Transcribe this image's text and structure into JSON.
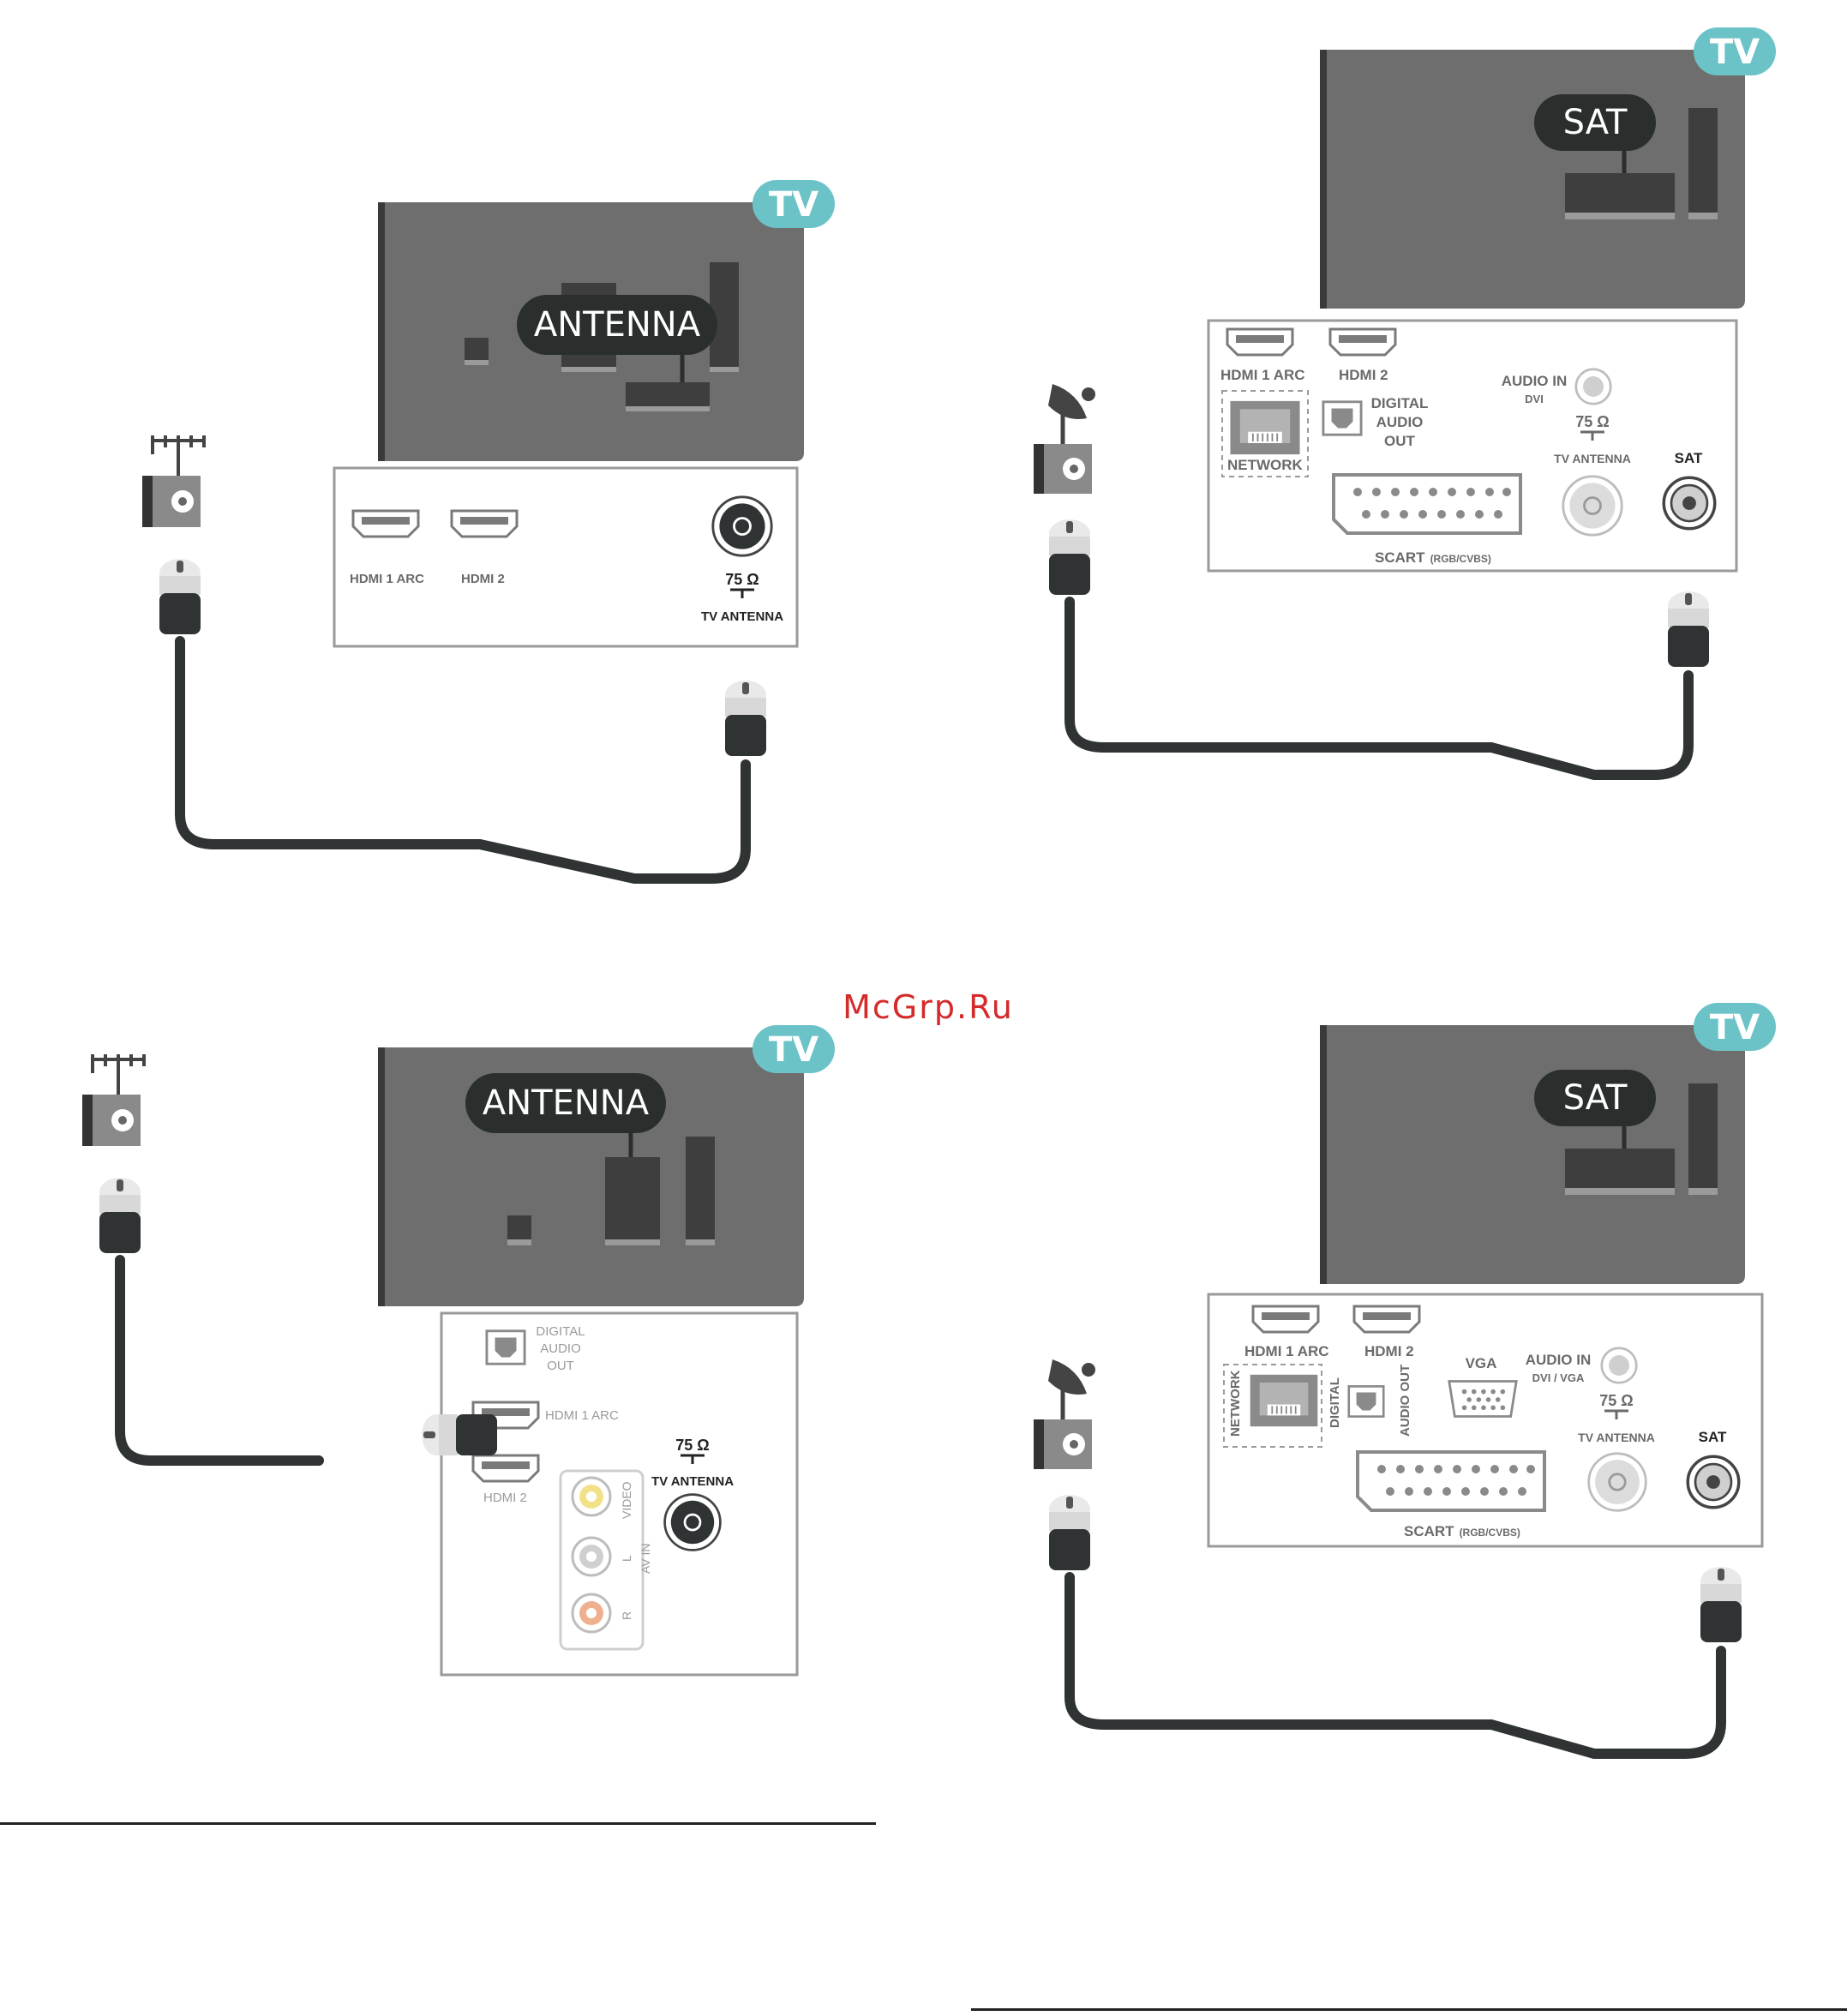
{
  "watermark": "McGrp.Ru",
  "diagram_antenna_1": {
    "tv_badge": "TV",
    "callout": "ANTENNA",
    "ports": {
      "hdmi1": "HDMI 1 ARC",
      "hdmi2": "HDMI 2",
      "ohm": "75 Ω",
      "antenna": "TV ANTENNA"
    }
  },
  "diagram_sat_1": {
    "tv_badge": "TV",
    "callout": "SAT",
    "ports": {
      "hdmi1": "HDMI 1 ARC",
      "hdmi2": "HDMI 2",
      "digital": "DIGITAL",
      "audio": "AUDIO",
      "out": "OUT",
      "network": "NETWORK",
      "audio_in": "AUDIO IN",
      "dvi": "DVI",
      "ohm": "75 Ω",
      "antenna": "TV ANTENNA",
      "sat": "SAT",
      "scart": "SCART",
      "scart_sub": "(RGB/CVBS)"
    }
  },
  "diagram_antenna_2": {
    "tv_badge": "TV",
    "callout": "ANTENNA",
    "ports": {
      "digital": "DIGITAL",
      "audio": "AUDIO",
      "out": "OUT",
      "hdmi1": "HDMI 1 ARC",
      "hdmi2": "HDMI 2",
      "ohm": "75 Ω",
      "antenna": "TV ANTENNA",
      "video": "VIDEO",
      "l": "L",
      "r": "R",
      "av_in": "AV IN"
    }
  },
  "diagram_sat_2": {
    "tv_badge": "TV",
    "callout": "SAT",
    "ports": {
      "hdmi1": "HDMI 1 ARC",
      "hdmi2": "HDMI 2",
      "network": "NETWORK",
      "digital": "DIGITAL",
      "audio_out": "AUDIO OUT",
      "vga": "VGA",
      "audio_in": "AUDIO IN",
      "dvi_vga": "DVI / VGA",
      "ohm": "75 Ω",
      "antenna": "TV ANTENNA",
      "sat": "SAT",
      "scart": "SCART",
      "scart_sub": "(RGB/CVBS)"
    }
  },
  "colors": {
    "tv_body": "#6e6e6e",
    "callout": "#2a2f2d",
    "badge": "#6cc3c7",
    "cable": "#2f3333",
    "watermark": "#d42a2a"
  }
}
